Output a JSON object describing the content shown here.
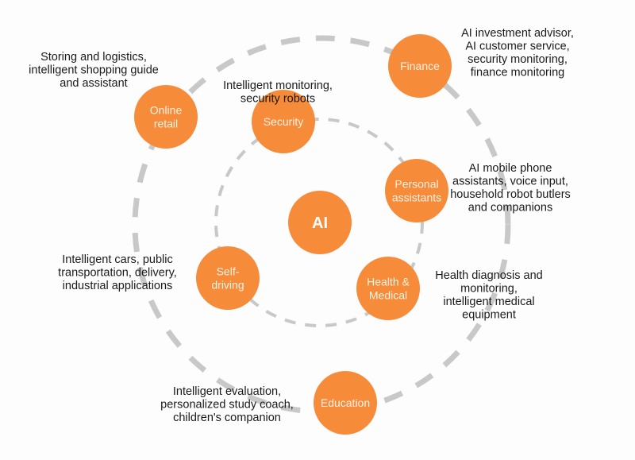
{
  "center": {
    "label": "AI"
  },
  "colors": {
    "node": "#f68b3a",
    "node_text": "#fff3e6",
    "ring": "#c8c8c8",
    "desc_text": "#1a1a1a"
  },
  "nodes": [
    {
      "id": "online-retail",
      "ring": "outer",
      "label_lines": [
        "Online",
        "retail"
      ],
      "description_lines": [
        "Storing and logistics,",
        "intelligent shopping guide",
        "and assistant"
      ]
    },
    {
      "id": "security",
      "ring": "inner",
      "label_lines": [
        "Security"
      ],
      "description_lines": [
        "Intelligent monitoring,",
        "security robots"
      ]
    },
    {
      "id": "finance",
      "ring": "outer",
      "label_lines": [
        "Finance"
      ],
      "description_lines": [
        "AI investment advisor,",
        "AI customer service,",
        "security monitoring,",
        "finance monitoring"
      ]
    },
    {
      "id": "personal-assistants",
      "ring": "inner",
      "label_lines": [
        "Personal",
        "assistants"
      ],
      "description_lines": [
        "AI mobile phone",
        "assistants, voice input,",
        "household robot butlers",
        "and companions"
      ]
    },
    {
      "id": "self-driving",
      "ring": "inner",
      "label_lines": [
        "Self-",
        "driving"
      ],
      "description_lines": [
        "Intelligent cars, public",
        "transportation, delivery,",
        "industrial applications"
      ]
    },
    {
      "id": "health-medical",
      "ring": "inner",
      "label_lines": [
        "Health &",
        "Medical"
      ],
      "description_lines": [
        "Health diagnosis and",
        "monitoring,",
        "intelligent medical",
        "equipment"
      ]
    },
    {
      "id": "education",
      "ring": "outer",
      "label_lines": [
        "Education"
      ],
      "description_lines": [
        "Intelligent evaluation,",
        "personalized study coach,",
        "children's companion"
      ]
    }
  ]
}
